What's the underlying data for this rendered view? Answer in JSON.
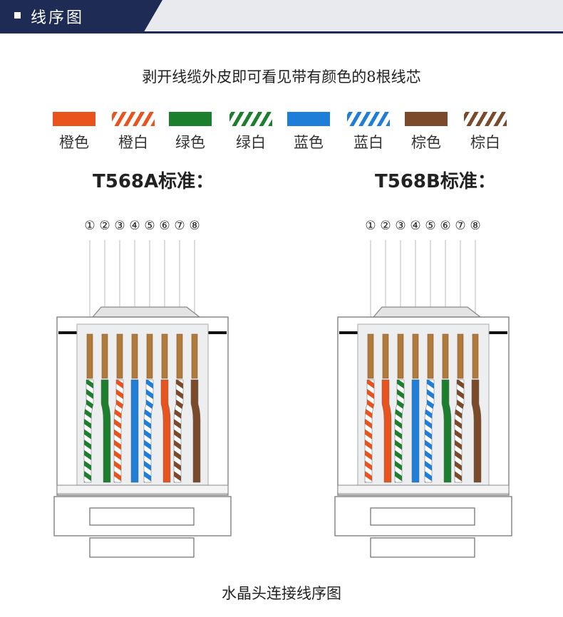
{
  "header": {
    "title": "线序图"
  },
  "subtitle": "剥开线缆外皮即可看见带有颜色的8根线芯",
  "legend": [
    {
      "label": "橙色",
      "color": "#e8531e",
      "pattern": "solid"
    },
    {
      "label": "橙白",
      "color": "#e8531e",
      "pattern": "striped"
    },
    {
      "label": "绿色",
      "color": "#1b7f2e",
      "pattern": "solid"
    },
    {
      "label": "绿白",
      "color": "#1b7f2e",
      "pattern": "striped"
    },
    {
      "label": "蓝色",
      "color": "#1f7fd8",
      "pattern": "solid"
    },
    {
      "label": "蓝白",
      "color": "#1f7fd8",
      "pattern": "striped"
    },
    {
      "label": "棕色",
      "color": "#7a4a2a",
      "pattern": "solid"
    },
    {
      "label": "棕白",
      "color": "#7a4a2a",
      "pattern": "striped"
    }
  ],
  "standards": [
    {
      "title": "T568A标准：",
      "pin_labels": [
        "①",
        "②",
        "③",
        "④",
        "⑤",
        "⑥",
        "⑦",
        "⑧"
      ],
      "wires": [
        "绿白",
        "绿色",
        "橙白",
        "蓝色",
        "蓝白",
        "橙色",
        "棕白",
        "棕色"
      ]
    },
    {
      "title": "T568B标准：",
      "pin_labels": [
        "①",
        "②",
        "③",
        "④",
        "⑤",
        "⑥",
        "⑦",
        "⑧"
      ],
      "wires": [
        "橙白",
        "橙色",
        "绿白",
        "蓝色",
        "蓝白",
        "绿色",
        "棕白",
        "棕色"
      ]
    }
  ],
  "footer_caption": "水晶头连接线序图"
}
